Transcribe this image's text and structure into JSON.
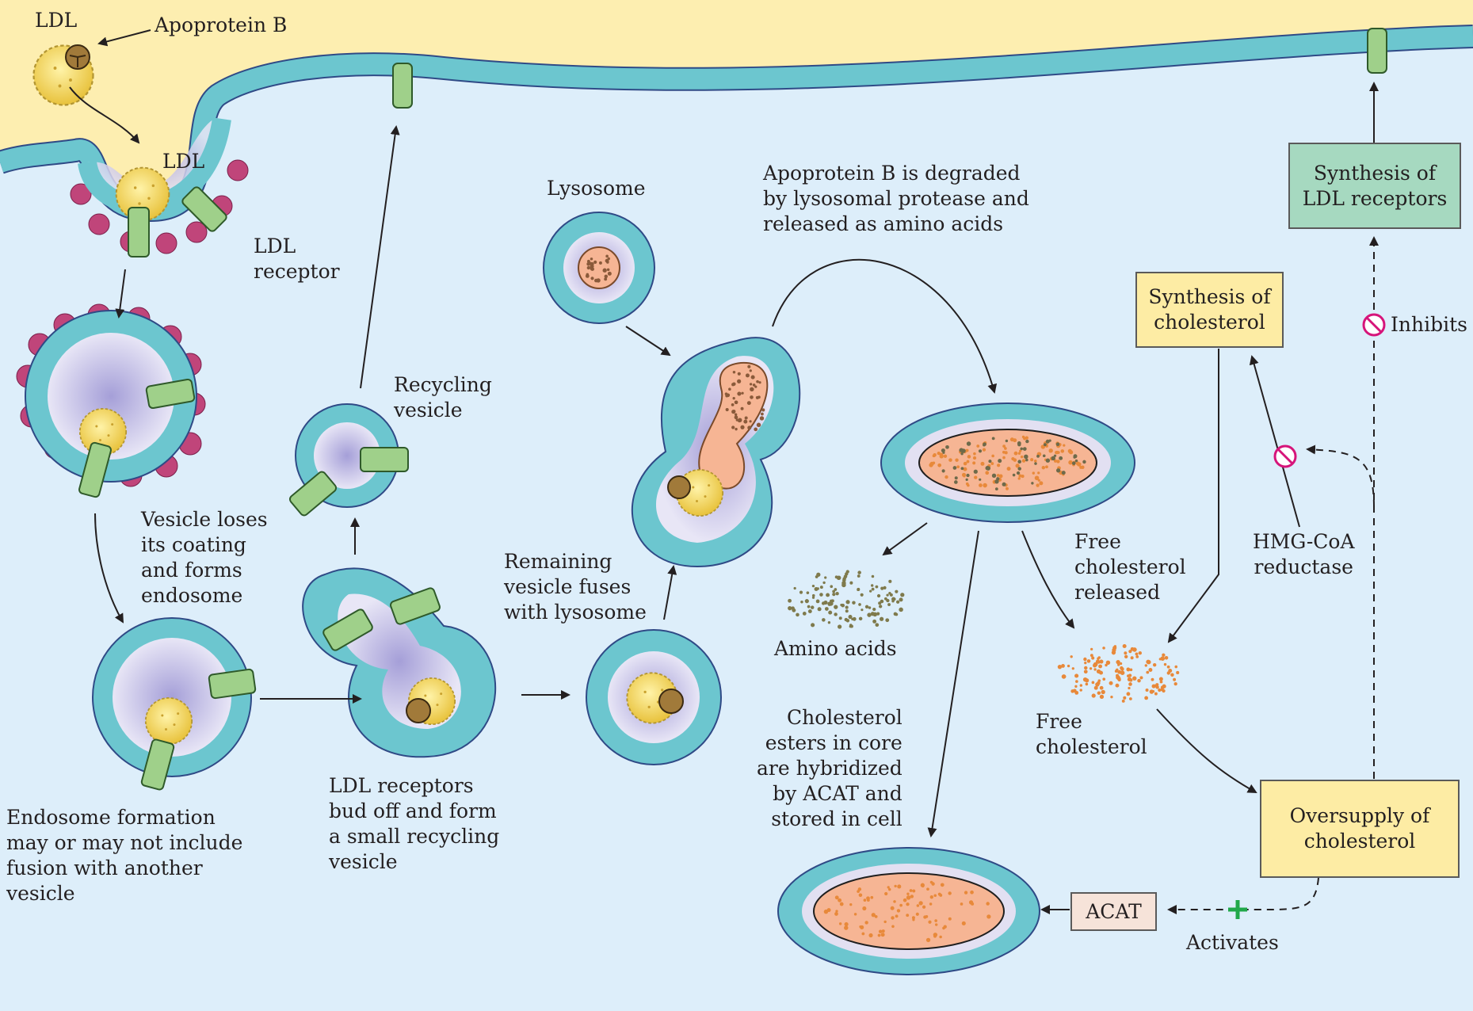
{
  "labels": {
    "ldl_top": "LDL",
    "apoprotein_b": "Apoprotein B",
    "ldl_pit": "LDL",
    "ldl_receptor": "LDL\nreceptor",
    "recycling_vesicle": "Recycling\nvesicle",
    "lysosome": "Lysosome",
    "apob_degraded": "Apoprotein B is degraded\nby lysosomal protease and\nreleased as amino acids",
    "vesicle_loses": "Vesicle loses\nits coating\nand forms\nendosome",
    "remaining_fuses": "Remaining\nvesicle fuses\nwith lysosome",
    "amino_acids": "Amino acids",
    "free_chol_released": "Free\ncholesterol\nreleased",
    "hmg_coa": "HMG-CoA\nreductase",
    "inhibits": "Inhibits",
    "free_cholesterol": "Free\ncholesterol",
    "endosome_formation": "Endosome formation\nmay or may not include\nfusion with another\nvesicle",
    "ldl_receptors_bud": "LDL receptors\nbud off and form\na small recycling\nvesicle",
    "esters": "Cholesterol\nesters in core\nare hybridized\nby ACAT and\nstored in cell",
    "activates": "Activates"
  },
  "boxes": {
    "synthesis_ldl_receptors": "Synthesis of\nLDL receptors",
    "synthesis_cholesterol": "Synthesis of\ncholesterol",
    "oversupply": "Oversupply of\ncholesterol",
    "acat": "ACAT"
  },
  "colors": {
    "outside": "#fdeeb0",
    "cytoplasm": "#ddeefa",
    "membrane": "#6cc6cf",
    "membrane_edge": "#2f4a86",
    "lumen": "#cfcfea",
    "ldl": "#f5dc6a",
    "receptor": "#9fd08a",
    "lysosome_core": "#f6b594",
    "box_green": "#a6d9c0",
    "box_yellow": "#fdeca4",
    "box_acat": "#f6e3d9",
    "inhibit_red": "#d6147a",
    "activate_green": "#21a84a"
  }
}
